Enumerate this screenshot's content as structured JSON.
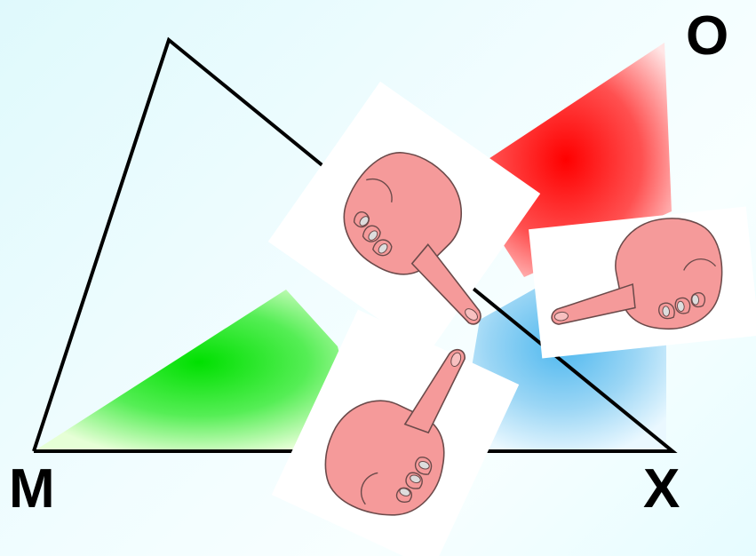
{
  "vertices": {
    "m": "M",
    "x": "X",
    "o": "O"
  },
  "colors": {
    "left_angle_fill": "#00e000",
    "top_angle_fill": "#ff0000",
    "right_angle_fill": "#4fb8ef",
    "hand_skin": "#f59a9a",
    "hand_outline": "#6b4a4a",
    "card": "#ffffff",
    "triangle_stroke": "#000000"
  },
  "icons": [
    "hand-pointing-down-right-icon",
    "hand-pointing-left-icon",
    "hand-pointing-up-icon"
  ]
}
